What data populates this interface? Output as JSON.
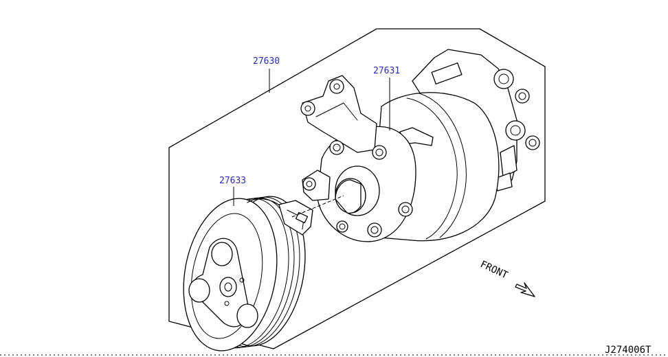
{
  "parts": {
    "compressor_assembly": "27630",
    "compressor": "27631",
    "clutch_assembly": "27633"
  },
  "front_label": "FRONT",
  "diagram_code": "J274006T",
  "colors": {
    "label_blue": "#2a2ad0",
    "line_black": "#000000",
    "background": "#ffffff"
  }
}
